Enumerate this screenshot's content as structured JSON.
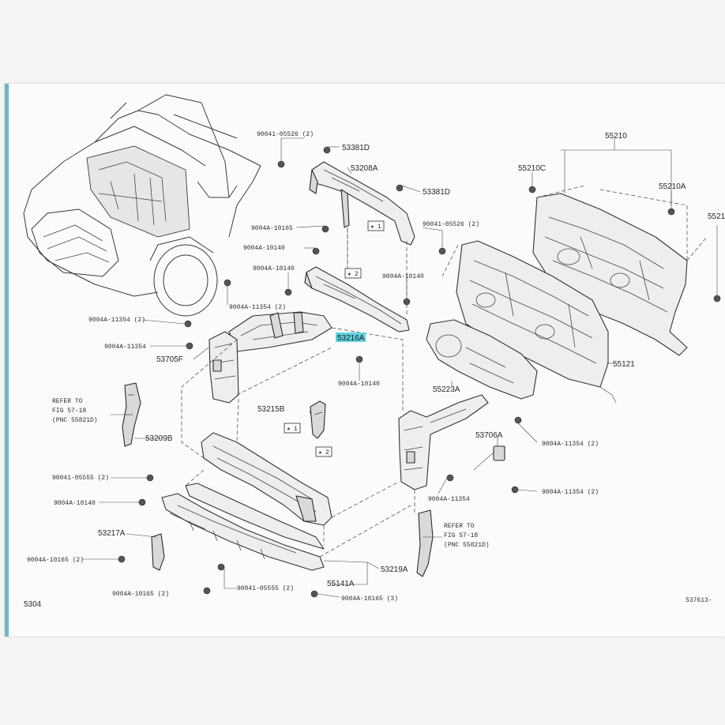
{
  "labels": {
    "p53381d_a": "53381D",
    "p53381d_b": "53381D",
    "p53208a": "53208A",
    "p53216a": "53216A",
    "p53215b": "53215B",
    "p53209b": "53209B",
    "p53217a": "53217A",
    "p53705f": "53705F",
    "p53706a": "53706A",
    "p53219a": "53219A",
    "p55141a": "55141A",
    "p55210": "55210",
    "p55210c": "55210C",
    "p55210a": "55210A",
    "p5521_cut": "5521",
    "p55121": "55121",
    "p55223a": "55223A",
    "f_90041_05526_top": "90041-05526 (2)",
    "f_90041_05526_right": "90041-05526 (2)",
    "f_9004a_10165_top": "9004A-10165",
    "f_9004a_10140_a": "9004A-10140",
    "f_9004a_10140_b": "9004A-10140",
    "f_9004a_10140_c": "9004A-10140",
    "f_9004a_10140_d": "9004A-10140",
    "f_9004a_10140_e": "9004A-10140",
    "f_9004a_11354_2_a": "9004A-11354 (2)",
    "f_9004a_11354_2_b": "9004A-11354 (2)",
    "f_9004a_11354_2_c": "9004A-11354 (2)",
    "f_9004a_11354_2_d": "9004A-11354 (2)",
    "f_9004a_11354_a": "9004A-11354",
    "f_9004a_11354_b": "9004A-11354",
    "f_90041_05555_2_a": "90041-05555 (2)",
    "f_90041_05555_2_b": "90041-05555 (2)",
    "f_9004a_10165_2_a": "9004A-10165 (2)",
    "f_9004a_10165_2_b": "9004A-10165 (2)",
    "f_9004a_10165_3": "9004A-10165 (3)",
    "star1_a": "1",
    "star2_a": "2",
    "star1_b": "1",
    "star2_b": "2",
    "refer_left_1": "REFER TO",
    "refer_left_2": "FIG 57-18",
    "refer_left_3": "(PNC 55821D)",
    "refer_right_1": "REFER TO",
    "refer_right_2": "FIG 57-18",
    "refer_right_3": "(PNC 55821D)",
    "page_code": "5304",
    "fig_code": "537613-"
  },
  "colors": {
    "highlight": "#5fd3e0",
    "accent_bar": "#6fb6c4"
  }
}
